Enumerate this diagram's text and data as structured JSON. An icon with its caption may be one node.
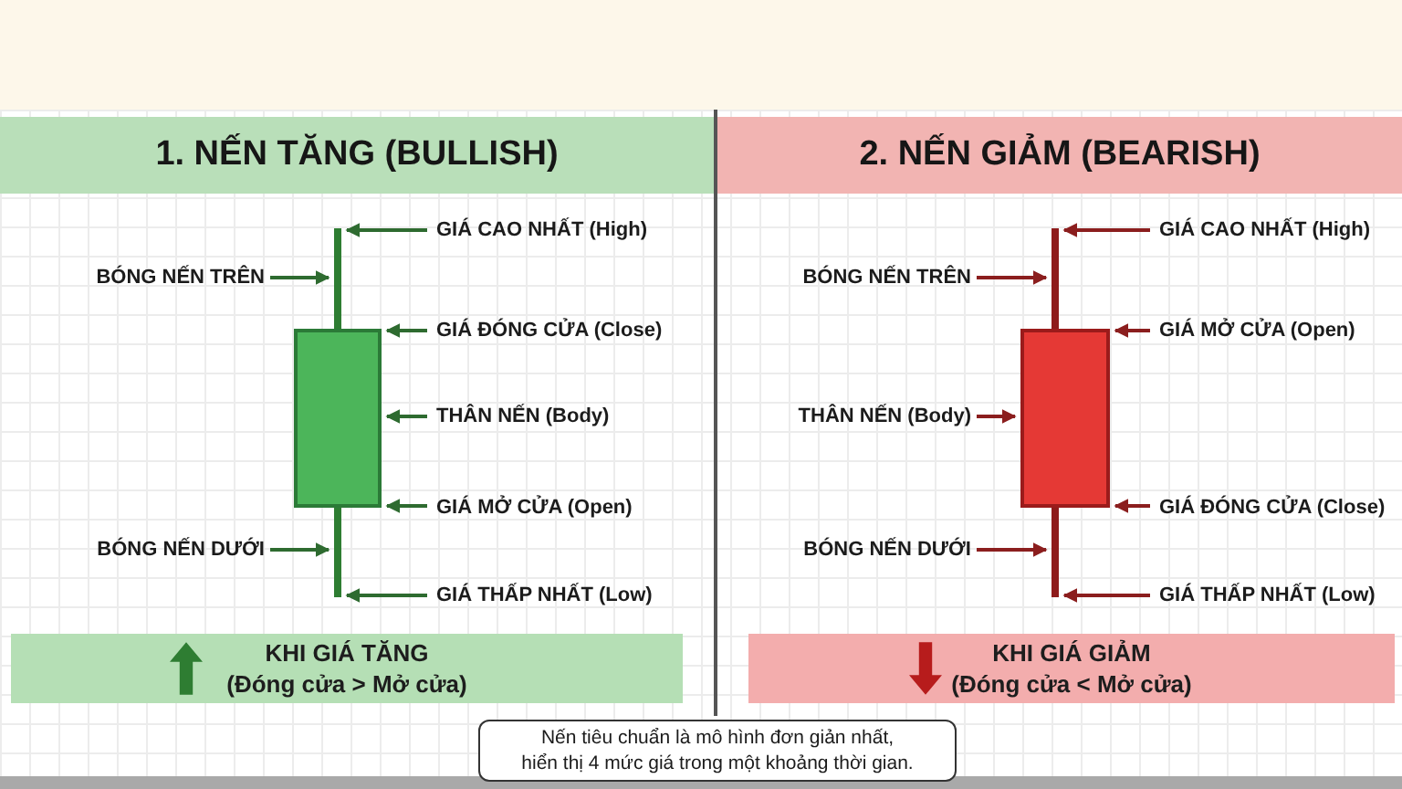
{
  "diagram": {
    "nodes": [
      {
        "text": [
          "1. NẾN TĂNG (BULLISH)"
        ]
      },
      {
        "text": [
          "GIÁ CAO NHẤT (High)"
        ]
      },
      {
        "text": [
          "BÓNG NẾN TRÊN"
        ]
      },
      {
        "text": [
          "GIÁ ĐÓNG CỬA (Close)"
        ]
      },
      {
        "text": [
          "THÂN NẾN (Body)"
        ]
      },
      {
        "text": [
          "GIÁ MỞ CỬA (Open)"
        ]
      },
      {
        "text": [
          "BÓNG NẾN DƯỚI"
        ]
      },
      {
        "text": [
          "GIÁ THẤP NHẤT (Low)"
        ]
      },
      {
        "text": [],
        "shape": "bar"
      },
      {
        "text": [],
        "shape": "box"
      },
      {
        "text": [],
        "shape": "bar"
      },
      {
        "text": [
          "KHI GIÁ TĂNG",
          "(Đóng cửa > Mở cửa)"
        ]
      },
      {
        "text": [
          "2. NẾN GIẢM (BEARISH)"
        ]
      },
      {
        "text": [
          "GIÁ CAO NHẤT (High)"
        ]
      },
      {
        "text": [
          "BÓNG NẾN TRÊN"
        ]
      },
      {
        "text": [
          "GIÁ MỞ CỬA (Open)"
        ]
      },
      {
        "text": [
          "THÂN NẾN (Body)"
        ]
      },
      {
        "text": [
          "GIÁ ĐÓNG CỬA (Close)"
        ]
      },
      {
        "text": [
          "BÓNG NẾN DƯỚI"
        ]
      },
      {
        "text": [
          "GIÁ THẤP NHẤT (Low)"
        ]
      },
      {
        "text": [],
        "shape": "bar"
      },
      {
        "text": [],
        "shape": "box"
      },
      {
        "text": [],
        "shape": "bar"
      },
      {
        "text": [
          "KHI GIÁ GIẢM",
          "(Đóng cửa < Mở cửa)"
        ]
      },
      {
        "text": [
          "Nến tiêu chuẩn là mô hình đơn giản nhất, hiển thị 4 mức giá trong một khoảng thời gian."
        ]
      }
    ],
    "edges": [
      {
        "from": 1,
        "to": 8,
        "arrow": "to",
        "color": "#2e6b30"
      },
      {
        "from": 2,
        "to": 8,
        "arrow": "to",
        "color": "#2e6b30"
      },
      {
        "from": 3,
        "to": 9,
        "arrow": "to",
        "color": "#2e6b30"
      },
      {
        "from": 4,
        "to": 9,
        "arrow": "to",
        "color": "#2e6b30"
      },
      {
        "from": 5,
        "to": 9,
        "arrow": "to",
        "color": "#2e6b30"
      },
      {
        "from": 6,
        "to": 10,
        "arrow": "to",
        "color": "#2e6b30"
      },
      {
        "from": 7,
        "to": 10,
        "arrow": "to",
        "color": "#2e6b30"
      },
      {
        "from": 13,
        "to": 20,
        "arrow": "to",
        "color": "#8b1e1e"
      },
      {
        "from": 14,
        "to": 20,
        "arrow": "to",
        "color": "#8b1e1e"
      },
      {
        "from": 15,
        "to": 21,
        "arrow": "to",
        "color": "#8b1e1e"
      },
      {
        "from": 16,
        "to": 21,
        "arrow": "to",
        "color": "#8b1e1e"
      },
      {
        "from": 17,
        "to": 21,
        "arrow": "to",
        "color": "#8b1e1e"
      },
      {
        "from": 18,
        "to": 22,
        "arrow": "to",
        "color": "#8b1e1e"
      },
      {
        "from": 19,
        "to": 22,
        "arrow": "to",
        "color": "#8b1e1e"
      }
    ]
  }
}
